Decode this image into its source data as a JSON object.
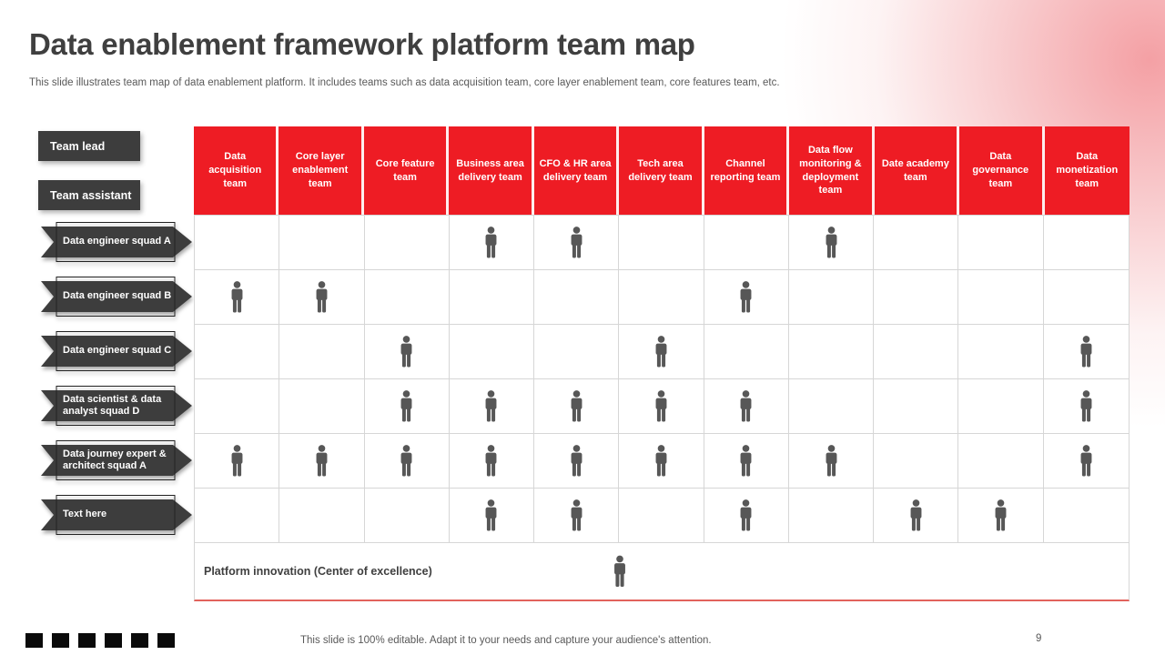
{
  "slide": {
    "title": "Data enablement framework platform team map",
    "subtitle": "This slide illustrates team map of data enablement platform. It includes teams such as data acquisition team, core layer enablement team, core features team, etc.",
    "footer_note": "This slide is 100% editable. Adapt it to your needs and capture your audience's attention.",
    "page_number": "9"
  },
  "legend_boxes": [
    {
      "label": "Team lead"
    },
    {
      "label": "Team assistant"
    }
  ],
  "matrix": {
    "columns": [
      "Data acquisition team",
      "Core layer enablement team",
      "Core feature team",
      "Business area delivery team",
      "CFO & HR area delivery team",
      "Tech area delivery team",
      "Channel reporting team",
      "Data flow monitoring & deployment team",
      "Date academy team",
      "Data governance team",
      "Data monetization team"
    ],
    "rows": [
      {
        "label": "Data engineer squad A",
        "members": [
          4,
          5,
          8
        ]
      },
      {
        "label": "Data engineer squad B",
        "members": [
          1,
          2,
          7
        ]
      },
      {
        "label": "Data engineer squad C",
        "members": [
          3,
          6,
          11
        ]
      },
      {
        "label": "Data scientist & data analyst squad D",
        "members": [
          3,
          4,
          5,
          6,
          7,
          11
        ]
      },
      {
        "label": "Data journey expert & architect squad A",
        "members": [
          1,
          2,
          3,
          4,
          5,
          6,
          7,
          8,
          11
        ]
      },
      {
        "label": "Text here",
        "members": [
          4,
          5,
          7,
          9,
          10
        ]
      }
    ],
    "bottom_row": {
      "label": "Platform innovation (Center of excellence)",
      "has_member_icon": true
    }
  },
  "decorations": {
    "footer_square_count": 6,
    "person_icon": "person-icon"
  },
  "colors": {
    "header_red": "#ee1c24",
    "dark_box": "#3d3d3d",
    "person_gray": "#575757",
    "grid_line": "#d6d6d6",
    "bottom_line_red": "#e2625c",
    "title_gray": "#3f3f3f",
    "text_gray": "#595959",
    "corner_pink": "#ed6168"
  }
}
